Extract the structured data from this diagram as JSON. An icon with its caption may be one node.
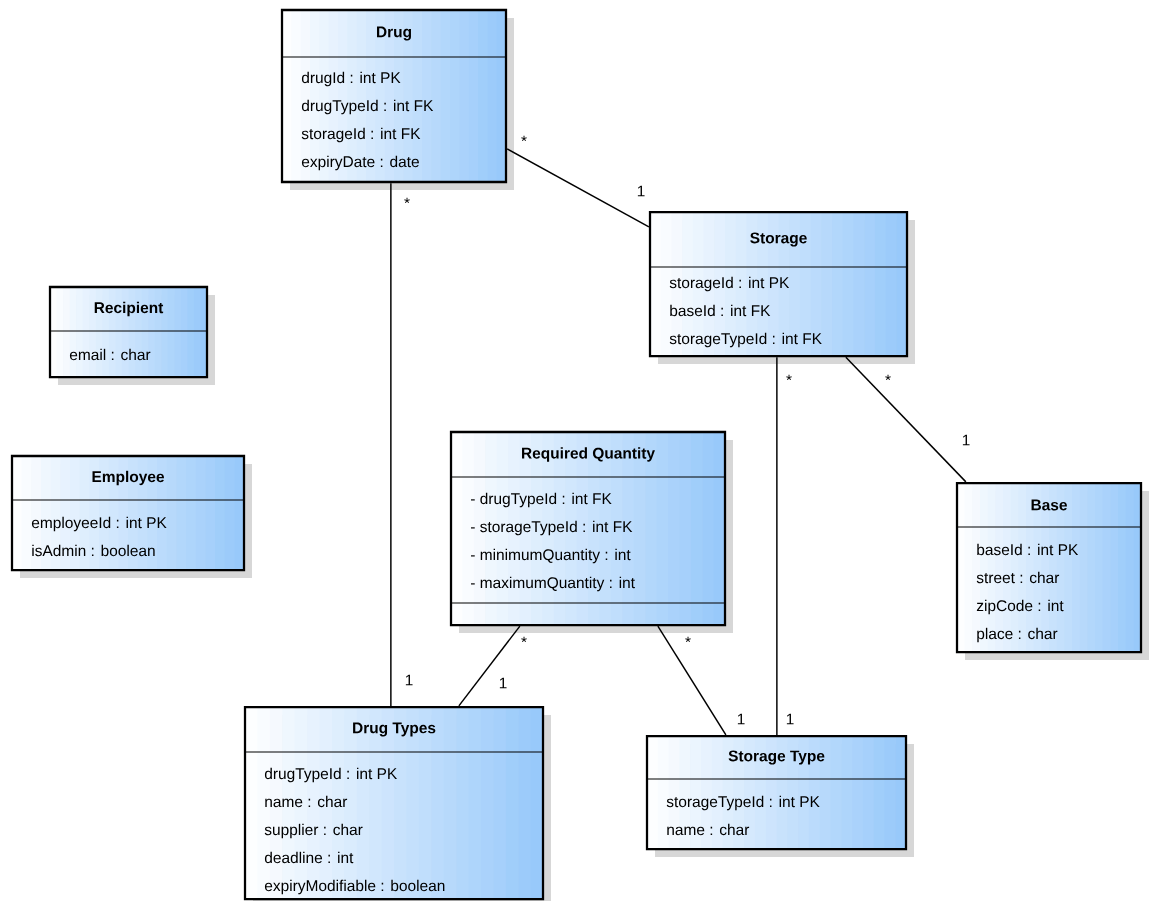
{
  "diagram": {
    "nodes": [
      {
        "text": [
          "Drug",
          "drugId : int PK",
          "drugTypeId : int FK",
          "storageId : int FK",
          "expiryDate : date"
        ]
      },
      {
        "text": [
          "Storage",
          "storageId : int PK",
          "baseId : int FK",
          "storageTypeId : int FK"
        ]
      },
      {
        "text": [
          "Recipient",
          "email : char"
        ]
      },
      {
        "text": [
          "Employee",
          "employeeId : int PK",
          "isAdmin : boolean"
        ]
      },
      {
        "text": [
          "Required Quantity",
          "- drugTypeId : int FK",
          "- storageTypeId : int FK",
          "- minimumQuantity : int",
          "- maximumQuantity : int"
        ]
      },
      {
        "text": [
          "Base",
          "baseId : int PK",
          "street : char",
          "zipCode : int",
          "place : char"
        ]
      },
      {
        "text": [
          "Drug Types",
          "drugTypeId : int PK",
          "name : char",
          "supplier : char",
          "deadline : int",
          "expiryModifiable : boolean"
        ]
      },
      {
        "text": [
          "Storage Type",
          "storageTypeId : int PK",
          "name : char"
        ]
      }
    ],
    "edges": [
      {
        "from": 0,
        "to": 1,
        "arrow": "none"
      },
      {
        "from": 0,
        "to": 6,
        "arrow": "none"
      },
      {
        "from": 1,
        "to": 7,
        "arrow": "none"
      },
      {
        "from": 1,
        "to": 5,
        "arrow": "none"
      },
      {
        "from": 4,
        "to": 6,
        "arrow": "none"
      },
      {
        "from": 4,
        "to": 7,
        "arrow": "none"
      }
    ],
    "labels": [
      "*",
      "1",
      "*",
      "*",
      "*",
      "1",
      "*",
      "*",
      "1",
      "1",
      "1",
      "1"
    ]
  }
}
